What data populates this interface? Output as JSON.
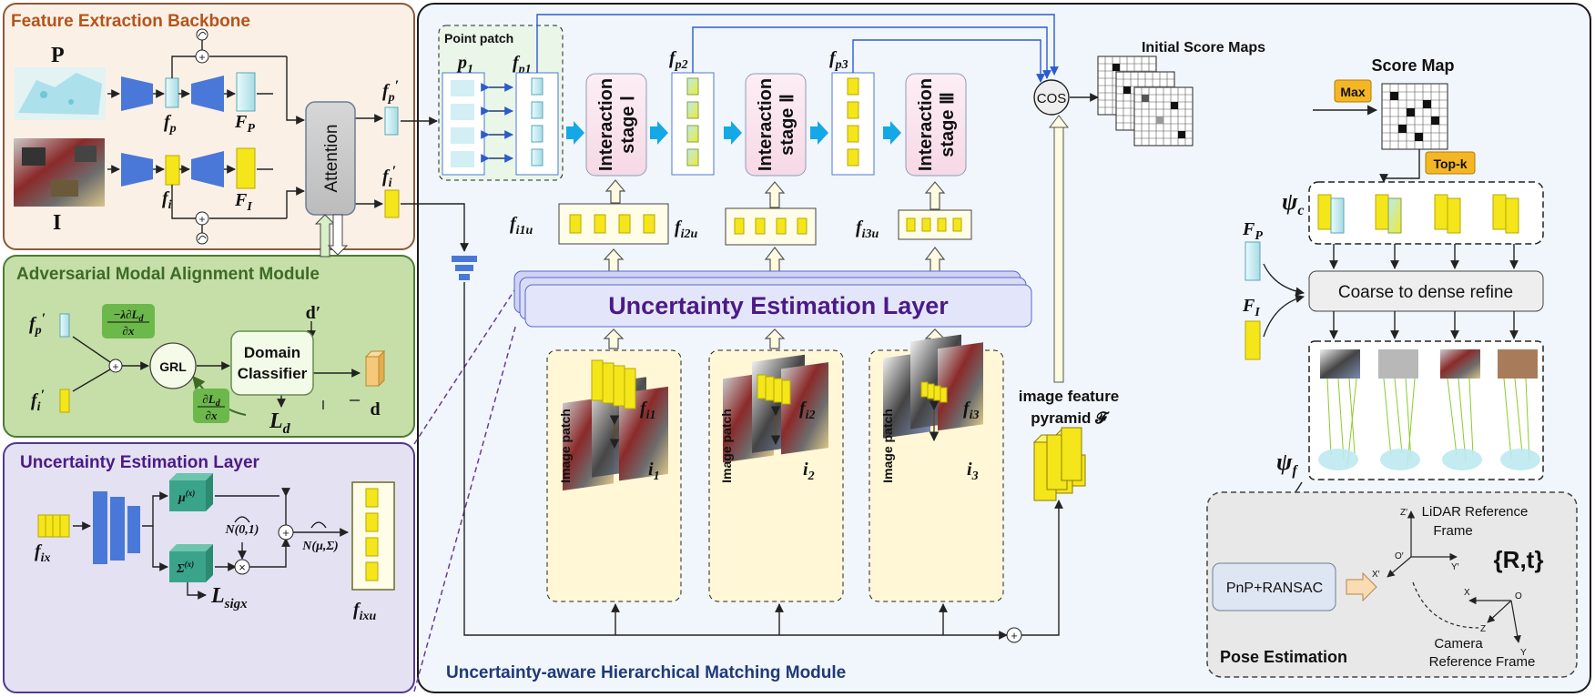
{
  "panels": {
    "feature": "Feature Extraction Backbone",
    "adversarial": "Adversarial Modal Alignment Module",
    "uncert": "Uncertainty Estimation Layer",
    "hier": "Uncertainty-aware Hierarchical Matching Module"
  },
  "feature": {
    "P": "P",
    "I": "I",
    "fp": "f",
    "fp_sub": "p",
    "FP": "F",
    "FP_sub": "P",
    "fi": "f",
    "fi_sub": "i",
    "FI": "F",
    "FI_sub": "I",
    "attention": "Attention",
    "fp_prime": "f",
    "fp_prime_sub": "p",
    "fp_prime_sup": "′",
    "fi_prime": "f",
    "fi_prime_sub": "i",
    "fi_prime_sup": "′"
  },
  "adversarial": {
    "fp_prime": "f",
    "fp_prime_sub": "p",
    "prime": "′",
    "fi_prime": "f",
    "fi_prime_sub": "i",
    "grl": "GRL",
    "domain1": "Domain",
    "domain2": "Classifier",
    "d_prime": "d′",
    "d": "d",
    "Ld": "L",
    "Ld_sub": "d",
    "grad_neg_num": "−λ∂L",
    "grad_neg_num_sub": "d",
    "grad_den": "∂x",
    "grad_pos_num": "∂L",
    "grad_pos_num_sub": "d"
  },
  "uncert": {
    "fix": "f",
    "fix_sub": "ix",
    "mu": "μ",
    "mu_sup": "(x)",
    "sigma": "Σ",
    "sigma_sup": "(x)",
    "n01": "N(0,1)",
    "nmusigma": "N(μ,Σ)",
    "Lsigx": "L",
    "Lsigx_sub": "sigx",
    "fixu": "f",
    "fixu_sub": "ixu"
  },
  "hier": {
    "point_patch": "Point patch",
    "p1": "p",
    "p1_sub": "1",
    "fp1": "f",
    "fp1_sub": "p1",
    "fp2": "f",
    "fp2_sub": "p2",
    "fp3": "f",
    "fp3_sub": "p3",
    "stage1_a": "Interaction",
    "stage1_b": "stage Ⅰ",
    "stage2_a": "Interaction",
    "stage2_b": "stage Ⅱ",
    "stage3_a": "Interaction",
    "stage3_b": "stage Ⅲ",
    "fi1u": "f",
    "fi1u_sub": "i1u",
    "fi2u": "f",
    "fi2u_sub": "i2u",
    "fi3u": "f",
    "fi3u_sub": "i3u",
    "uel": "Uncertainty Estimation Layer",
    "image_patch": "Image patch",
    "fi1": "f",
    "fi1_sub": "i1",
    "fi2": "f",
    "fi2_sub": "i2",
    "fi3": "f",
    "fi3_sub": "i3",
    "i1": "i",
    "i1_sub": "1",
    "i2": "i",
    "i2_sub": "2",
    "i3": "i",
    "i3_sub": "3",
    "pyramid1": "image feature",
    "pyramid2": "pyramid 𝓕",
    "cos": "COS"
  },
  "right": {
    "initial_maps": "Initial Score Maps",
    "score_map": "Score Map",
    "max": "Max",
    "topk": "Top-k",
    "psi_c": "ψ",
    "psi_c_sub": "c",
    "psi_f": "ψ",
    "psi_f_sub": "f",
    "FP": "F",
    "FP_sub": "P",
    "FI": "F",
    "FI_sub": "I",
    "coarse": "Coarse to dense refine",
    "pnp": "PnP+RANSAC",
    "pose": "Pose Estimation",
    "lidar1": "LiDAR Reference",
    "lidar2": "Frame",
    "rt": "{R,t}",
    "cam1": "Camera",
    "cam2": "Reference Frame",
    "ax_z": "Z′",
    "ax_o": "O′",
    "ax_y": "Y′",
    "ax_x": "X′",
    "cx": "X",
    "co": "O",
    "cz": "Z",
    "cy": "Y"
  },
  "colors": {
    "feature_bg": "#fbf0e6",
    "feature_border": "#8a5a3a",
    "feature_title": "#b4541a",
    "adv_bg": "#c6dfa9",
    "adv_border": "#4d7a33",
    "adv_title": "#3d6b25",
    "unc_bg": "#e4e1f3",
    "unc_border": "#4f3a8c",
    "unc_title": "#4b1a86",
    "main_bg": "#f1f6fc",
    "main_border": "#1a1a1a",
    "blue_trap": "#4a78d8",
    "yellow": "#f4e61a",
    "cyan": "#c9eef3",
    "orange": "#f5b625",
    "arrow_blue": "#15a8e6"
  }
}
